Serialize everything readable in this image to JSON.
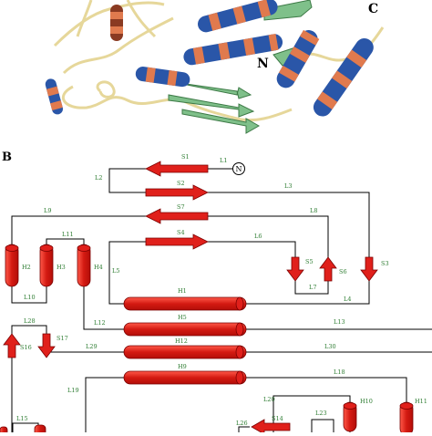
{
  "panel_a": {
    "terminus_n": "N",
    "terminus_c": "C"
  },
  "panel_b": {
    "panel_label": "B",
    "terminus_n": "N",
    "strands": [
      "S1",
      "S2",
      "S7",
      "S4",
      "S5",
      "S6",
      "S3",
      "S17",
      "S16",
      "S14"
    ],
    "helices": [
      "H1",
      "H5",
      "H12",
      "H9",
      "H2",
      "H3",
      "H4",
      "H10",
      "H11"
    ],
    "loops": [
      "L1",
      "L2",
      "L3",
      "L8",
      "L9",
      "L11",
      "L6",
      "L5",
      "L7",
      "L4",
      "L10",
      "L13",
      "L12",
      "L28",
      "L29",
      "L30",
      "L18",
      "L19",
      "L20",
      "L23",
      "L26",
      "L15"
    ]
  },
  "colors": {
    "sse_fill": "#e0201b",
    "sse_stroke": "#7a0000",
    "label": "#2e7d32",
    "line": "#000000",
    "helix_blue": "#2a56a8",
    "helix_orange": "#e07a4e",
    "sheet_green": "#7fc08a",
    "coil": "#e6d79a"
  }
}
